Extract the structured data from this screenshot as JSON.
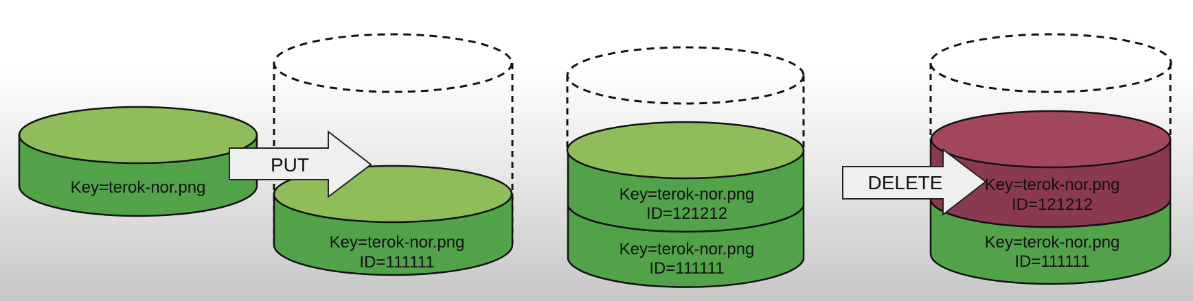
{
  "colors": {
    "green_top": "#8fbd5a",
    "green_side": "#52a24a",
    "red_top": "#a2465c",
    "red_side": "#8a3a4f",
    "outline": "#111111",
    "arrow_fill": "#efefef"
  },
  "stage1": {
    "object": {
      "key": "Key=terok-nor.png"
    }
  },
  "put_arrow": {
    "label": "PUT"
  },
  "stage2": {
    "bucket": "dashed-empty",
    "objects": [
      {
        "key": "Key=terok-nor.png",
        "id": "ID=111111"
      }
    ]
  },
  "stage3": {
    "bucket": "dashed-empty",
    "objects": [
      {
        "key": "Key=terok-nor.png",
        "id": "ID=121212"
      },
      {
        "key": "Key=terok-nor.png",
        "id": "ID=111111"
      }
    ]
  },
  "delete_arrow": {
    "label": "DELETE"
  },
  "stage4": {
    "bucket": "dashed-empty",
    "objects": [
      {
        "key": "Key=terok-nor.png",
        "id": "ID=121212",
        "state": "deleted"
      },
      {
        "key": "Key=terok-nor.png",
        "id": "ID=111111"
      }
    ]
  }
}
